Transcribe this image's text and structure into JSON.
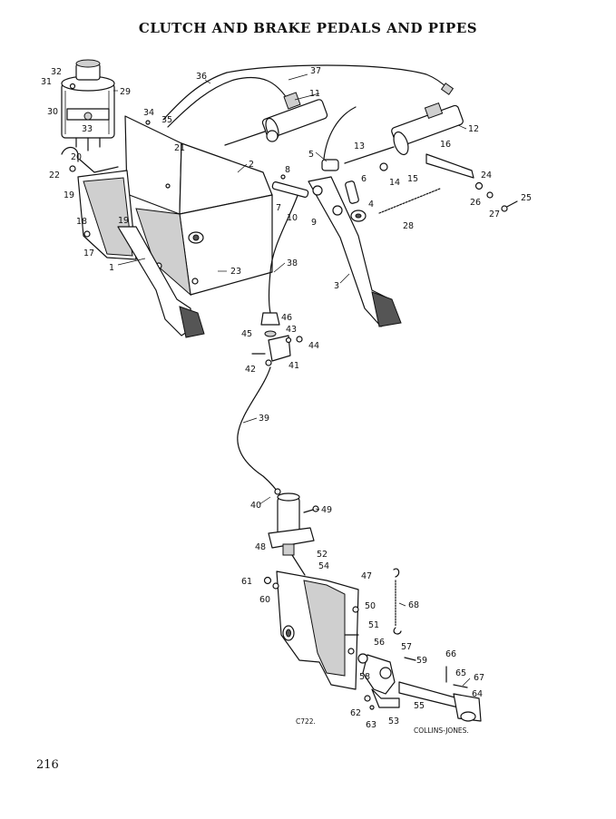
{
  "page": {
    "title": "CLUTCH AND BRAKE PEDALS AND PIPES",
    "page_number": "216"
  },
  "diagram": {
    "reference_code": "C722.",
    "artist_credit": "COLLINS-JONES.",
    "part_labels": [
      "1",
      "2",
      "3",
      "4",
      "5",
      "6",
      "7",
      "8",
      "9",
      "10",
      "11",
      "12",
      "13",
      "14",
      "15",
      "16",
      "17",
      "18",
      "19",
      "19",
      "20",
      "21",
      "22",
      "23",
      "24",
      "25",
      "26",
      "27",
      "28",
      "29",
      "30",
      "31",
      "32",
      "33",
      "34",
      "35",
      "36",
      "37",
      "38",
      "39",
      "40",
      "41",
      "42",
      "43",
      "44",
      "45",
      "46",
      "47",
      "48",
      "49",
      "50",
      "51",
      "52",
      "53",
      "54",
      "55",
      "56",
      "57",
      "58",
      "59",
      "60",
      "61",
      "62",
      "63",
      "64",
      "65",
      "66",
      "67",
      "68"
    ]
  }
}
